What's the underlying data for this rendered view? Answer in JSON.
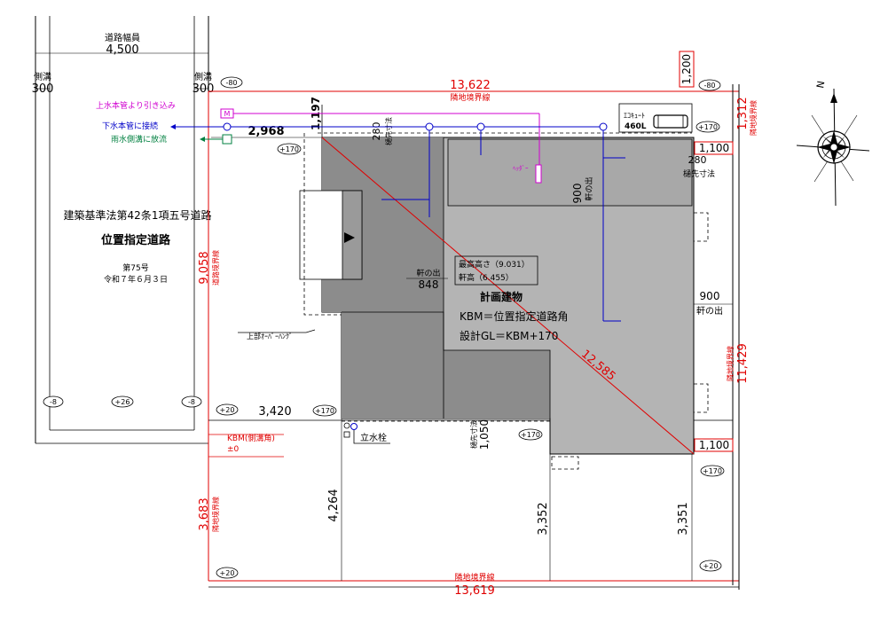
{
  "road": {
    "width_label": "道路幅員",
    "width_value": "4,500",
    "gutter_label": "側溝",
    "gutter_left": "300",
    "gutter_right": "300",
    "law_text": "建築基準法第42条1項五号道路",
    "designation": "位置指定道路",
    "number": "第75号",
    "date": "令和７年６月３日",
    "level_left": "-8",
    "level_mid": "+26",
    "level_right": "-8",
    "level_top": "-80"
  },
  "utilities": {
    "water_main": "上水本管より引き込み",
    "sewer_main": "下水本管に接続",
    "rain_gutter": "雨水側溝に放流",
    "water_meter": "M",
    "header": "ﾍｯﾀﾞｰ",
    "ecocute_name": "ｴｺｷｭｰﾄ",
    "ecocute_size": "460L",
    "standpipe": "立水栓"
  },
  "building": {
    "name": "計画建物",
    "max_height": "最高高さ（9.031）",
    "eave_height": "軒高（6.455）",
    "kbm": "KBM＝位置指定道路角",
    "gl": "設計GL＝KBM+170",
    "overhang": "上部ｵｰﾊﾞｰﾊﾝｸﾞ",
    "diagonal": "12,585",
    "eave_out_label": "軒の出",
    "eave_out_848": "848",
    "eave_out_900_right": "900",
    "eave_out_900_inner": "900",
    "eave_tip_label": "樋先寸法",
    "gutter_tip_280_left": "280",
    "gutter_tip_280_right": "280",
    "gutter_tip_1050": "1,050"
  },
  "dims": {
    "top_boundary": "13,622",
    "bottom_boundary": "13,619",
    "left_road_boundary": "9,058",
    "left_lower_boundary": "3,683",
    "right_boundary": "11,429",
    "right_top": "1,312",
    "top_right_corner": "1,200",
    "setback_top": "1,197",
    "setback_left_top": "2,968",
    "setback_left_bottom": "3,420",
    "setback_right_top": "1,100",
    "setback_right_bottom": "1,100",
    "south_left": "4,264",
    "south_mid": "3,352",
    "south_right": "3,351",
    "boundary_label": "隣地境界線",
    "road_boundary_label": "道路境界線"
  },
  "levels": {
    "p170": "+170",
    "p20": "+20",
    "m80": "-80"
  },
  "kbm_point": {
    "label": "KBM(側溝角)",
    "value": "±0"
  }
}
